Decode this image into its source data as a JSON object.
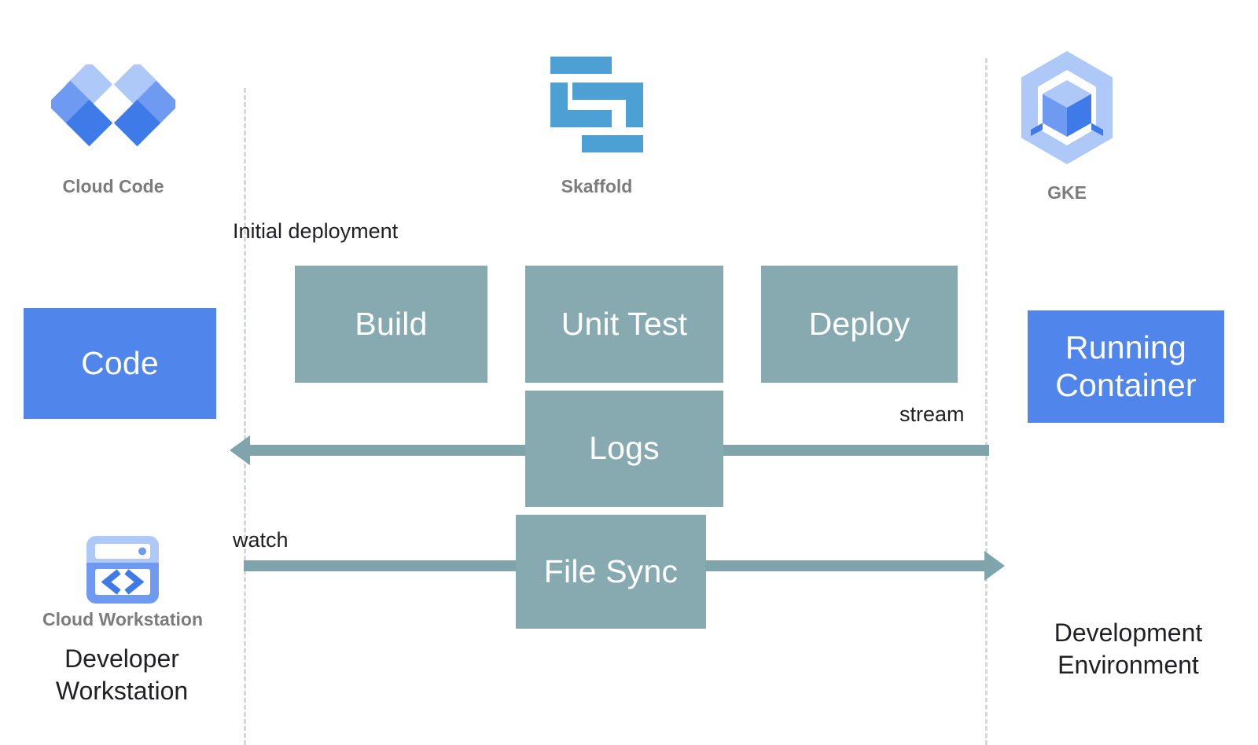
{
  "diagram": {
    "title": "Skaffold development loop with Cloud Code, Cloud Workstation and GKE",
    "colors": {
      "stage_box": "#86AAAF",
      "endpoint_box": "#5086EC",
      "connector": "#7FA4AB",
      "boundary_line": "#d6d8db",
      "logo_label": "#7c7c7c",
      "text": "#202124",
      "background": "#ffffff"
    }
  },
  "logos": [
    {
      "id": "cloud-code",
      "label": "Cloud Code"
    },
    {
      "id": "skaffold",
      "label": "Skaffold"
    },
    {
      "id": "gke",
      "label": "GKE"
    },
    {
      "id": "cloud-workstation",
      "label": "Cloud Workstation"
    }
  ],
  "endpoints": {
    "left": {
      "label": "Code"
    },
    "right": {
      "label": "Running\nContainer"
    }
  },
  "environments": {
    "left": {
      "label": "Developer\nWorkstation"
    },
    "right": {
      "label": "Development\nEnvironment"
    }
  },
  "stages": [
    {
      "id": "build",
      "label": "Build"
    },
    {
      "id": "unit-test",
      "label": "Unit Test"
    },
    {
      "id": "deploy",
      "label": "Deploy"
    }
  ],
  "flows": [
    {
      "id": "logs",
      "label": "Logs",
      "direction": "left",
      "edge_label": "stream"
    },
    {
      "id": "file-sync",
      "label": "File Sync",
      "direction": "right",
      "edge_label": "watch"
    }
  ],
  "annotations": {
    "initial_deployment": "Initial deployment",
    "stream": "stream",
    "watch": "watch"
  }
}
